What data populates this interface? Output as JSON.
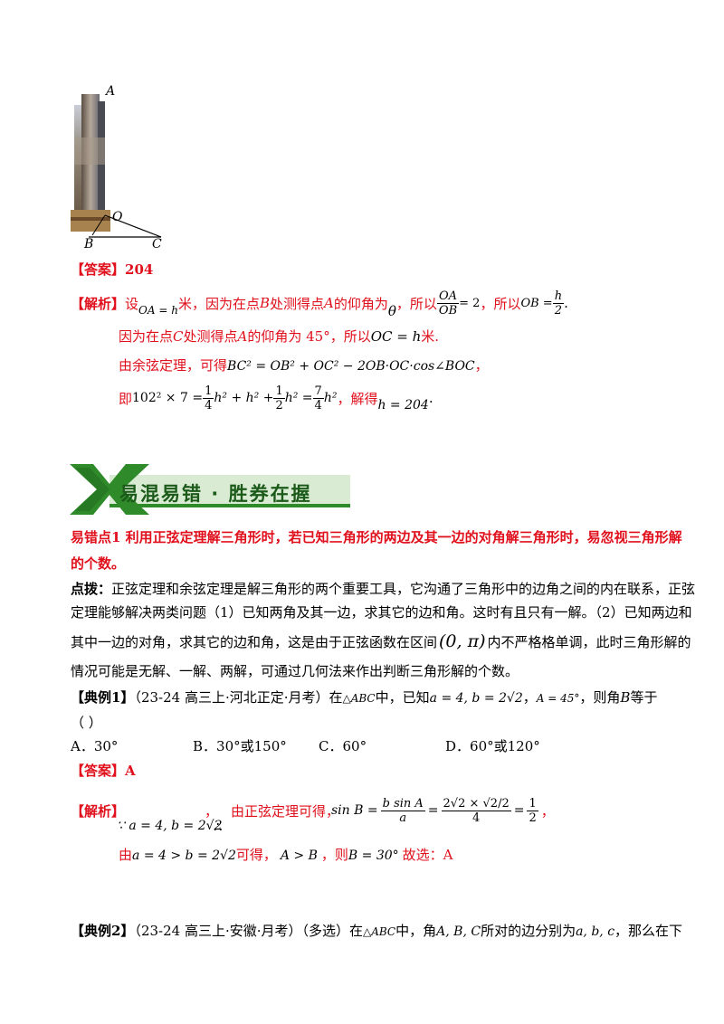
{
  "figure": {
    "label_A": "A",
    "label_O": "O",
    "label_B": "B",
    "label_C": "C"
  },
  "ex1": {
    "answer_tag": "【答案】",
    "answer_value": "204",
    "analysis_tag": "【解析】",
    "line1_a": "设",
    "line1_b": "OA = h",
    "line1_c": "米，因为在点",
    "line1_d": "B",
    "line1_e": "处测得点",
    "line1_f": "A",
    "line1_g": "的仰角为",
    "line1_h": "θ",
    "line1_i": "，所以",
    "line1_j": "OA",
    "line1_k": "OB",
    "line1_l": "= 2",
    "line1_m": "，所以",
    "line1_n": "OB =",
    "line1_o": "h",
    "line1_p": "2",
    "line1_q": ".",
    "line2_a": "因为在点",
    "line2_b": "C",
    "line2_c": "处测得点",
    "line2_d": "A",
    "line2_e": "的仰角为 45°，所以",
    "line2_f": "OC = h",
    "line2_g": "米.",
    "line3_a": "由余弦定理，可得",
    "line3_b": "BC² = OB² + OC² − 2OB·OC·cos∠BOC",
    "line3_c": "，",
    "line4_a": "即",
    "line4_b": "102² × 7 =",
    "line4_c": "1",
    "line4_d": "4",
    "line4_e": "h² + h² +",
    "line4_f": "1",
    "line4_g": "2",
    "line4_h": "h² =",
    "line4_i": "7",
    "line4_j": "4",
    "line4_k": "h²",
    "line4_l": "，解得",
    "line4_m": "h = 204",
    "line4_n": "."
  },
  "banner": {
    "title": "易混易错 · 胜券在握",
    "colors": {
      "green": "#2f8a2a",
      "dark": "#1c5a1a",
      "light": "#d9ecd3"
    }
  },
  "pitfall": {
    "title_line1": "易错点1   利用正弦定理解三角形时，若已知三角形的两边及其一边的对角解三角形时，易忽视三角形解",
    "title_line2": "的个数。",
    "tip_label": "点拨：",
    "tip_line1": "正弦定理和余弦定理是解三角形的两个重要工具，它沟通了三角形中的边角之间的内在联系，正弦",
    "tip_line2": "定理能够解决两类问题（1）已知两角及其一边，求其它的边和角。这时有且只有一解。（2）已知两边和",
    "tip_line3_a": "其中一边的对角，求其它的边和角，这是由于正弦函数在区间",
    "tip_line3_b": "(0, π)",
    "tip_line3_c": "内不严格格单调，此时三角形解的",
    "tip_line4": "情况可能是无解、一解、两解，可通过几何法来作出判断三角形解的个数。"
  },
  "example1": {
    "label": "【典例1】",
    "source": "（23-24 高三上·河北正定·月考）在",
    "tri": "△ABC",
    "mid": "中，已知",
    "cond": "a = 4, b = 2√2",
    "comma": "，",
    "angle": "A = 45°",
    "ask": "，则角",
    "ask_b": "B",
    "ask_c": "等于",
    "paren": "（          ）",
    "options": [
      {
        "letter": "A．",
        "text": "30°"
      },
      {
        "letter": "B．",
        "text": "30°或150°"
      },
      {
        "letter": "C．",
        "text": "60°"
      },
      {
        "letter": "D．",
        "text": "60°或120°"
      }
    ],
    "answer_tag": "【答案】",
    "answer_value": "A",
    "analysis_tag": "【解析】",
    "because": "∵ a = 4, b = 2√2",
    "therefore": "∴",
    "by_sine": "由正弦定理可得，",
    "sinB": "sin B =",
    "f1_num": "b sin A",
    "f1_den": "a",
    "eq": "=",
    "f2_num": "2√2 × √2/2",
    "f2_den": "4",
    "eq2": "=",
    "f3_num": "1",
    "f3_den": "2",
    "end": "，",
    "concl_a": "由",
    "concl_b": "a = 4 > b = 2√2",
    "concl_c": "可得，",
    "concl_d": "A > B",
    "concl_e": "，则",
    "concl_f": "B = 30°",
    "concl_g": "故选：A"
  },
  "example2": {
    "label": "【典例2】",
    "text_a": "（23-24 高三上·安徽·月考）（多选）在",
    "tri": "△ABC",
    "text_b": "中，角",
    "angles": "A, B, C",
    "text_c": "所对的边分别为",
    "sides": "a, b, c",
    "text_d": "，那么在下"
  }
}
